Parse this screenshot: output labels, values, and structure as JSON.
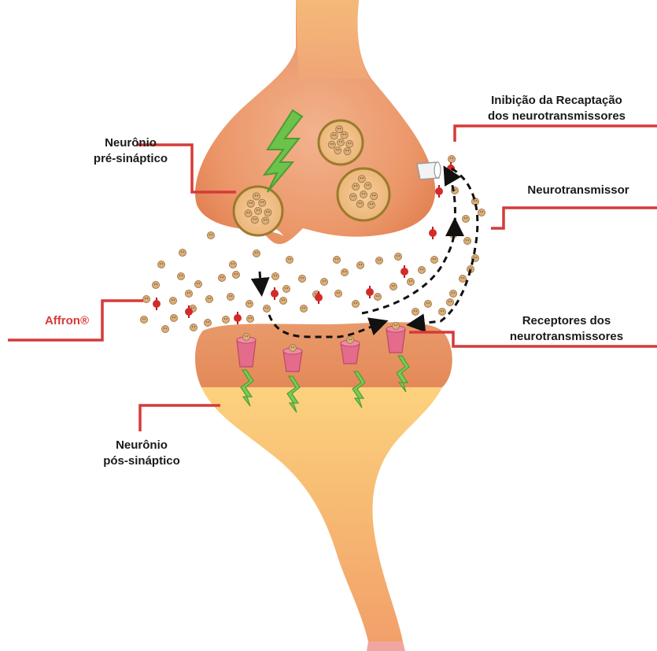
{
  "labels": {
    "pre_synaptic": [
      "Neurônio",
      "pré-sináptico"
    ],
    "post_synaptic": [
      "Neurônio",
      "pós-sináptico"
    ],
    "reuptake": [
      "Inibição da Recaptação",
      "dos neurotransmissores"
    ],
    "neurotransmitter": "Neurotransmissor",
    "receptors": [
      "Receptores dos",
      "neurotransmissores"
    ],
    "affron": "Affron®"
  },
  "colors": {
    "leader_line": "#d63a3a",
    "affron_text": "#d63a3a",
    "neuron_body": "#ec9a6b",
    "neuron_light": "#f8c98a",
    "vesicle": "#e9b97e",
    "molecule": "#d9b07a",
    "inhibitor": "#d32b2b",
    "receptor": "#e46b8c",
    "signal_arrow": "#72c44c"
  }
}
